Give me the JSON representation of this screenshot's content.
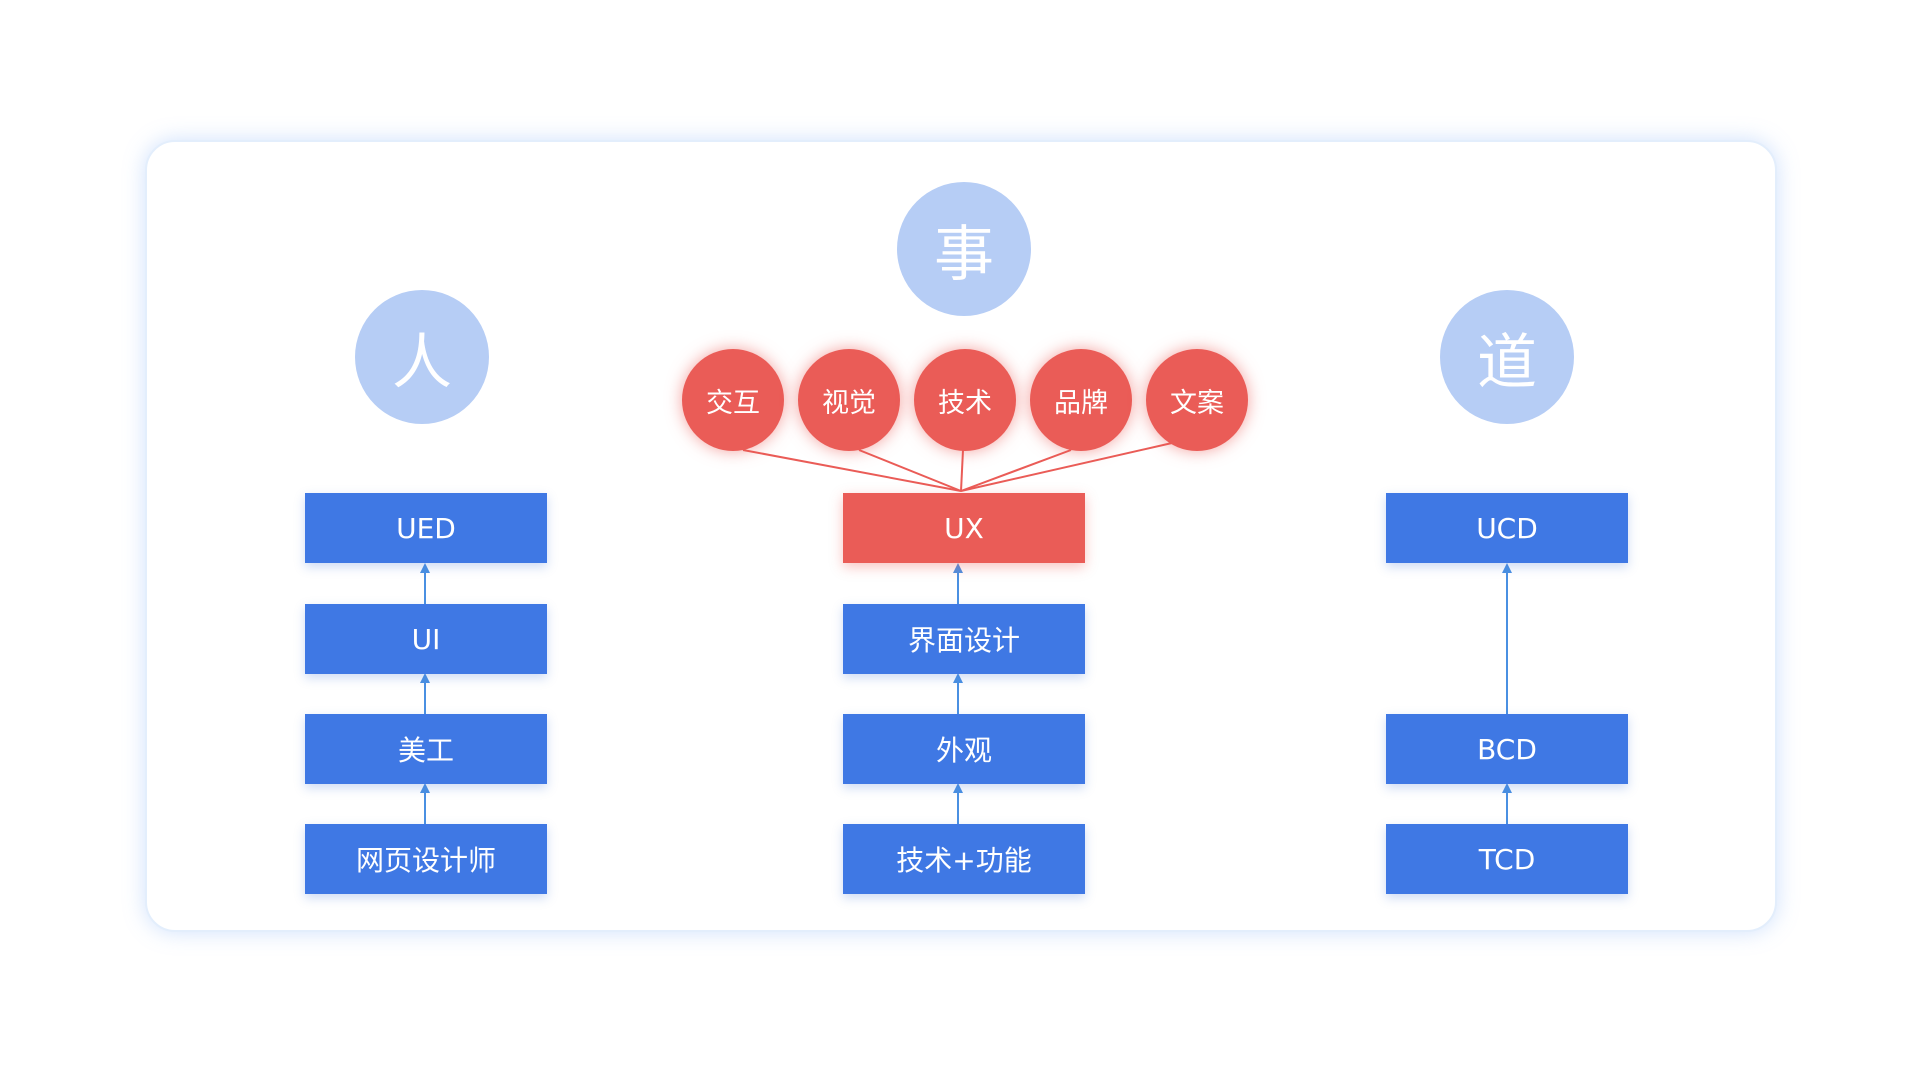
{
  "colors": {
    "blue": "#3f78e4",
    "red": "#ea5c57",
    "light_blue_circle": "#b6cdf5",
    "arrow_blue": "#4a90e2",
    "line_red": "#ea5c57"
  },
  "columns": {
    "left": {
      "heading": "人",
      "boxes": [
        "UED",
        "UI",
        "美工",
        "网页设计师"
      ]
    },
    "center": {
      "heading": "事",
      "sub_circles": [
        "交互",
        "视觉",
        "技术",
        "品牌",
        "文案"
      ],
      "boxes": [
        "UX",
        "界面设计",
        "外观",
        "技术+功能"
      ]
    },
    "right": {
      "heading": "道",
      "boxes": [
        "UCD",
        "BCD",
        "TCD"
      ]
    }
  }
}
